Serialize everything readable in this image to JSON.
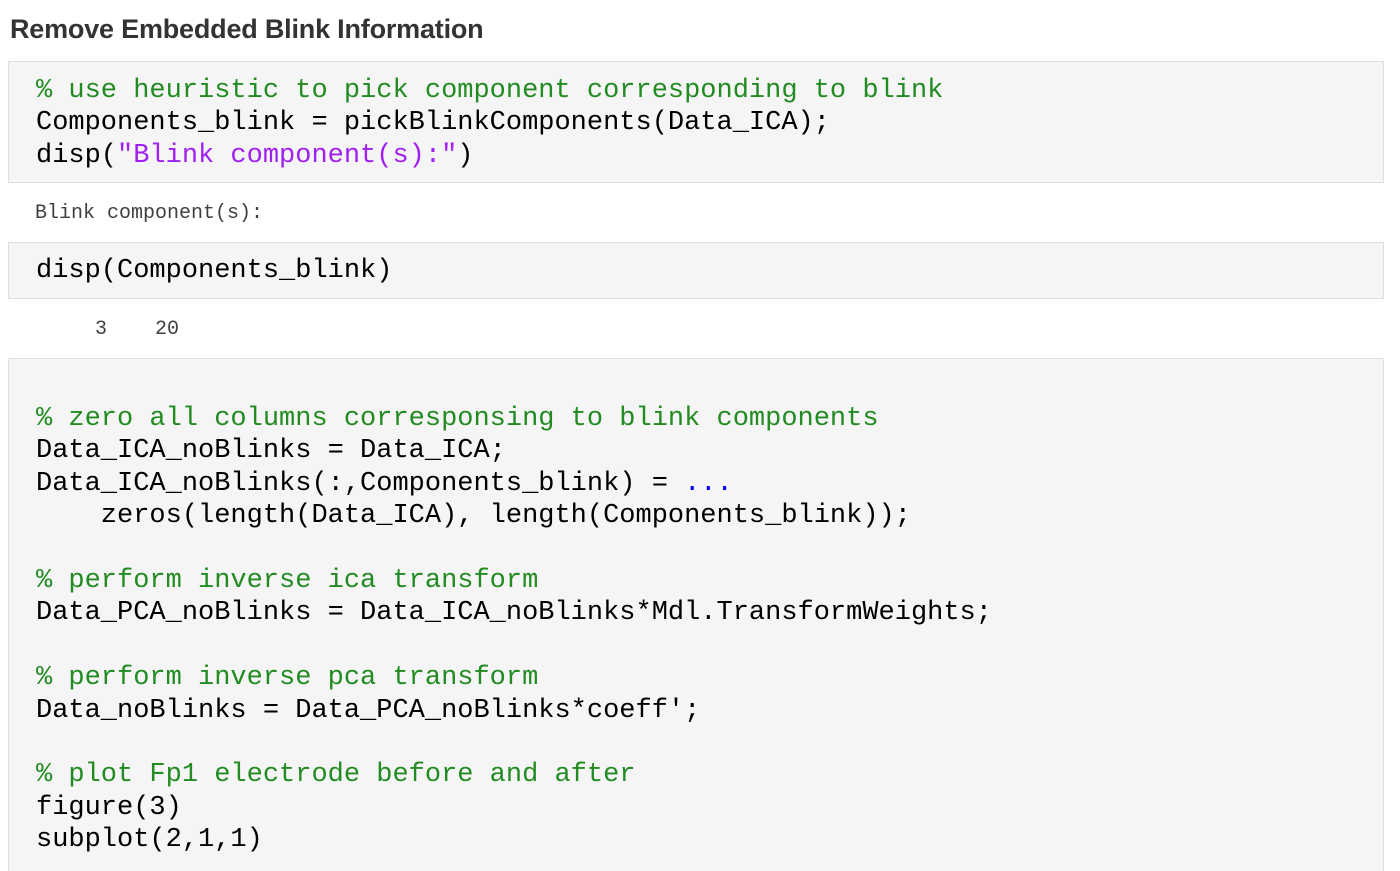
{
  "section_title": "Remove Embedded Blink Information",
  "colors": {
    "comment": "#228b22",
    "string": "#a020f0",
    "continuation": "#0000ff",
    "cell_background": "#f5f5f5",
    "output_text": "#404040"
  },
  "cell1": {
    "line1_comment": "% use heuristic to pick component corresponding to blink",
    "line2": "Components_blink = pickBlinkComponents(Data_ICA);",
    "line3_pre": "disp(",
    "line3_string": "\"Blink component(s):\"",
    "line3_post": ")"
  },
  "output1": "Blink component(s):",
  "cell2": {
    "line1": "disp(Components_blink)"
  },
  "output2": "     3    20",
  "cell3": {
    "c1_comment": "% zero all columns corresponsing to blink components",
    "c1_line1": "Data_ICA_noBlinks = Data_ICA;",
    "c1_line2": "Data_ICA_noBlinks(:,Components_blink) = ",
    "c1_line2_cont": "...",
    "c1_line3": "    zeros(length(Data_ICA), length(Components_blink));",
    "c2_comment": "% perform inverse ica transform",
    "c2_line1": "Data_PCA_noBlinks = Data_ICA_noBlinks*Mdl.TransformWeights;",
    "c3_comment": "% perform inverse pca transform",
    "c3_line1": "Data_noBlinks = Data_PCA_noBlinks*coeff';",
    "c4_comment": "% plot Fp1 electrode before and after",
    "c4_line1": "figure(3)",
    "c4_line2": "subplot(2,1,1)"
  }
}
